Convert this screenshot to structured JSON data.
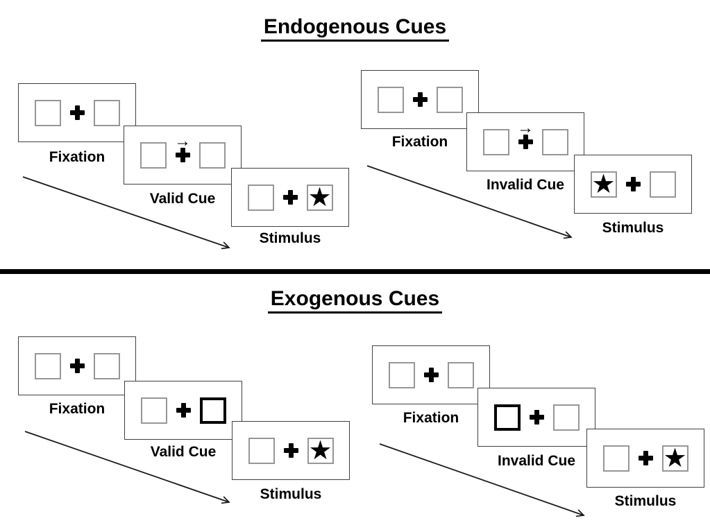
{
  "colors": {
    "background": "#ffffff",
    "ink": "#000000",
    "panel_border": "#3f3f3f",
    "placeholder_box_border": "#969696",
    "cue_box_border": "#000000"
  },
  "symbols": {
    "star": "★",
    "arrow_right": "→"
  },
  "endogenous": {
    "title": "Endogenous Cues",
    "valid": {
      "panels": [
        {
          "label": "Fixation",
          "left_box": "empty",
          "center": "plus",
          "right_box": "empty"
        },
        {
          "label": "Valid Cue",
          "left_box": "empty",
          "center": "plus-with-right-arrow",
          "right_box": "empty"
        },
        {
          "label": "Stimulus",
          "left_box": "empty",
          "center": "plus",
          "right_box": "star"
        }
      ]
    },
    "invalid": {
      "panels": [
        {
          "label": "Fixation",
          "left_box": "empty",
          "center": "plus",
          "right_box": "empty"
        },
        {
          "label": "Invalid Cue",
          "left_box": "empty",
          "center": "plus-with-right-arrow",
          "right_box": "empty"
        },
        {
          "label": "Stimulus",
          "left_box": "star",
          "center": "plus",
          "right_box": "empty"
        }
      ]
    }
  },
  "exogenous": {
    "title": "Exogenous Cues",
    "valid": {
      "panels": [
        {
          "label": "Fixation",
          "left_box": "empty",
          "center": "plus",
          "right_box": "empty"
        },
        {
          "label": "Valid Cue",
          "left_box": "empty",
          "center": "plus",
          "right_box": "thick-outline"
        },
        {
          "label": "Stimulus",
          "left_box": "empty",
          "center": "plus",
          "right_box": "star"
        }
      ]
    },
    "invalid": {
      "panels": [
        {
          "label": "Fixation",
          "left_box": "empty",
          "center": "plus",
          "right_box": "empty"
        },
        {
          "label": "Invalid Cue",
          "left_box": "thick-outline",
          "center": "plus",
          "right_box": "empty"
        },
        {
          "label": "Stimulus",
          "left_box": "empty",
          "center": "plus",
          "right_box": "star"
        }
      ]
    }
  }
}
